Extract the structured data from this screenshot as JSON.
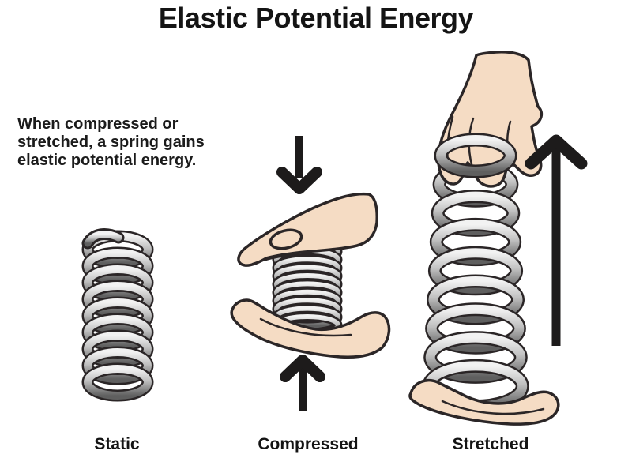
{
  "title": "Elastic Potential Energy",
  "description": {
    "lines": [
      "When compressed or",
      "stretched, a spring gains",
      "elastic potential energy."
    ]
  },
  "figures": {
    "static": {
      "label": "Static"
    },
    "compressed": {
      "label": "Compressed"
    },
    "stretched": {
      "label": "Stretched"
    }
  },
  "icons": {
    "down_arrow": "down-arrow-icon",
    "up_arrow": "up-arrow-icon",
    "tall_up_arrow": "tall-up-arrow-icon"
  },
  "colors": {
    "background": "#ffffff",
    "text": "#1b1b1b",
    "arrow": "#1d1b1b",
    "outline": "#2a2526",
    "hand_fill": "#f5dcc4",
    "spring_light": "#f2f2f2",
    "spring_mid": "#c0c0c0",
    "spring_dark": "#5f5f5f"
  }
}
